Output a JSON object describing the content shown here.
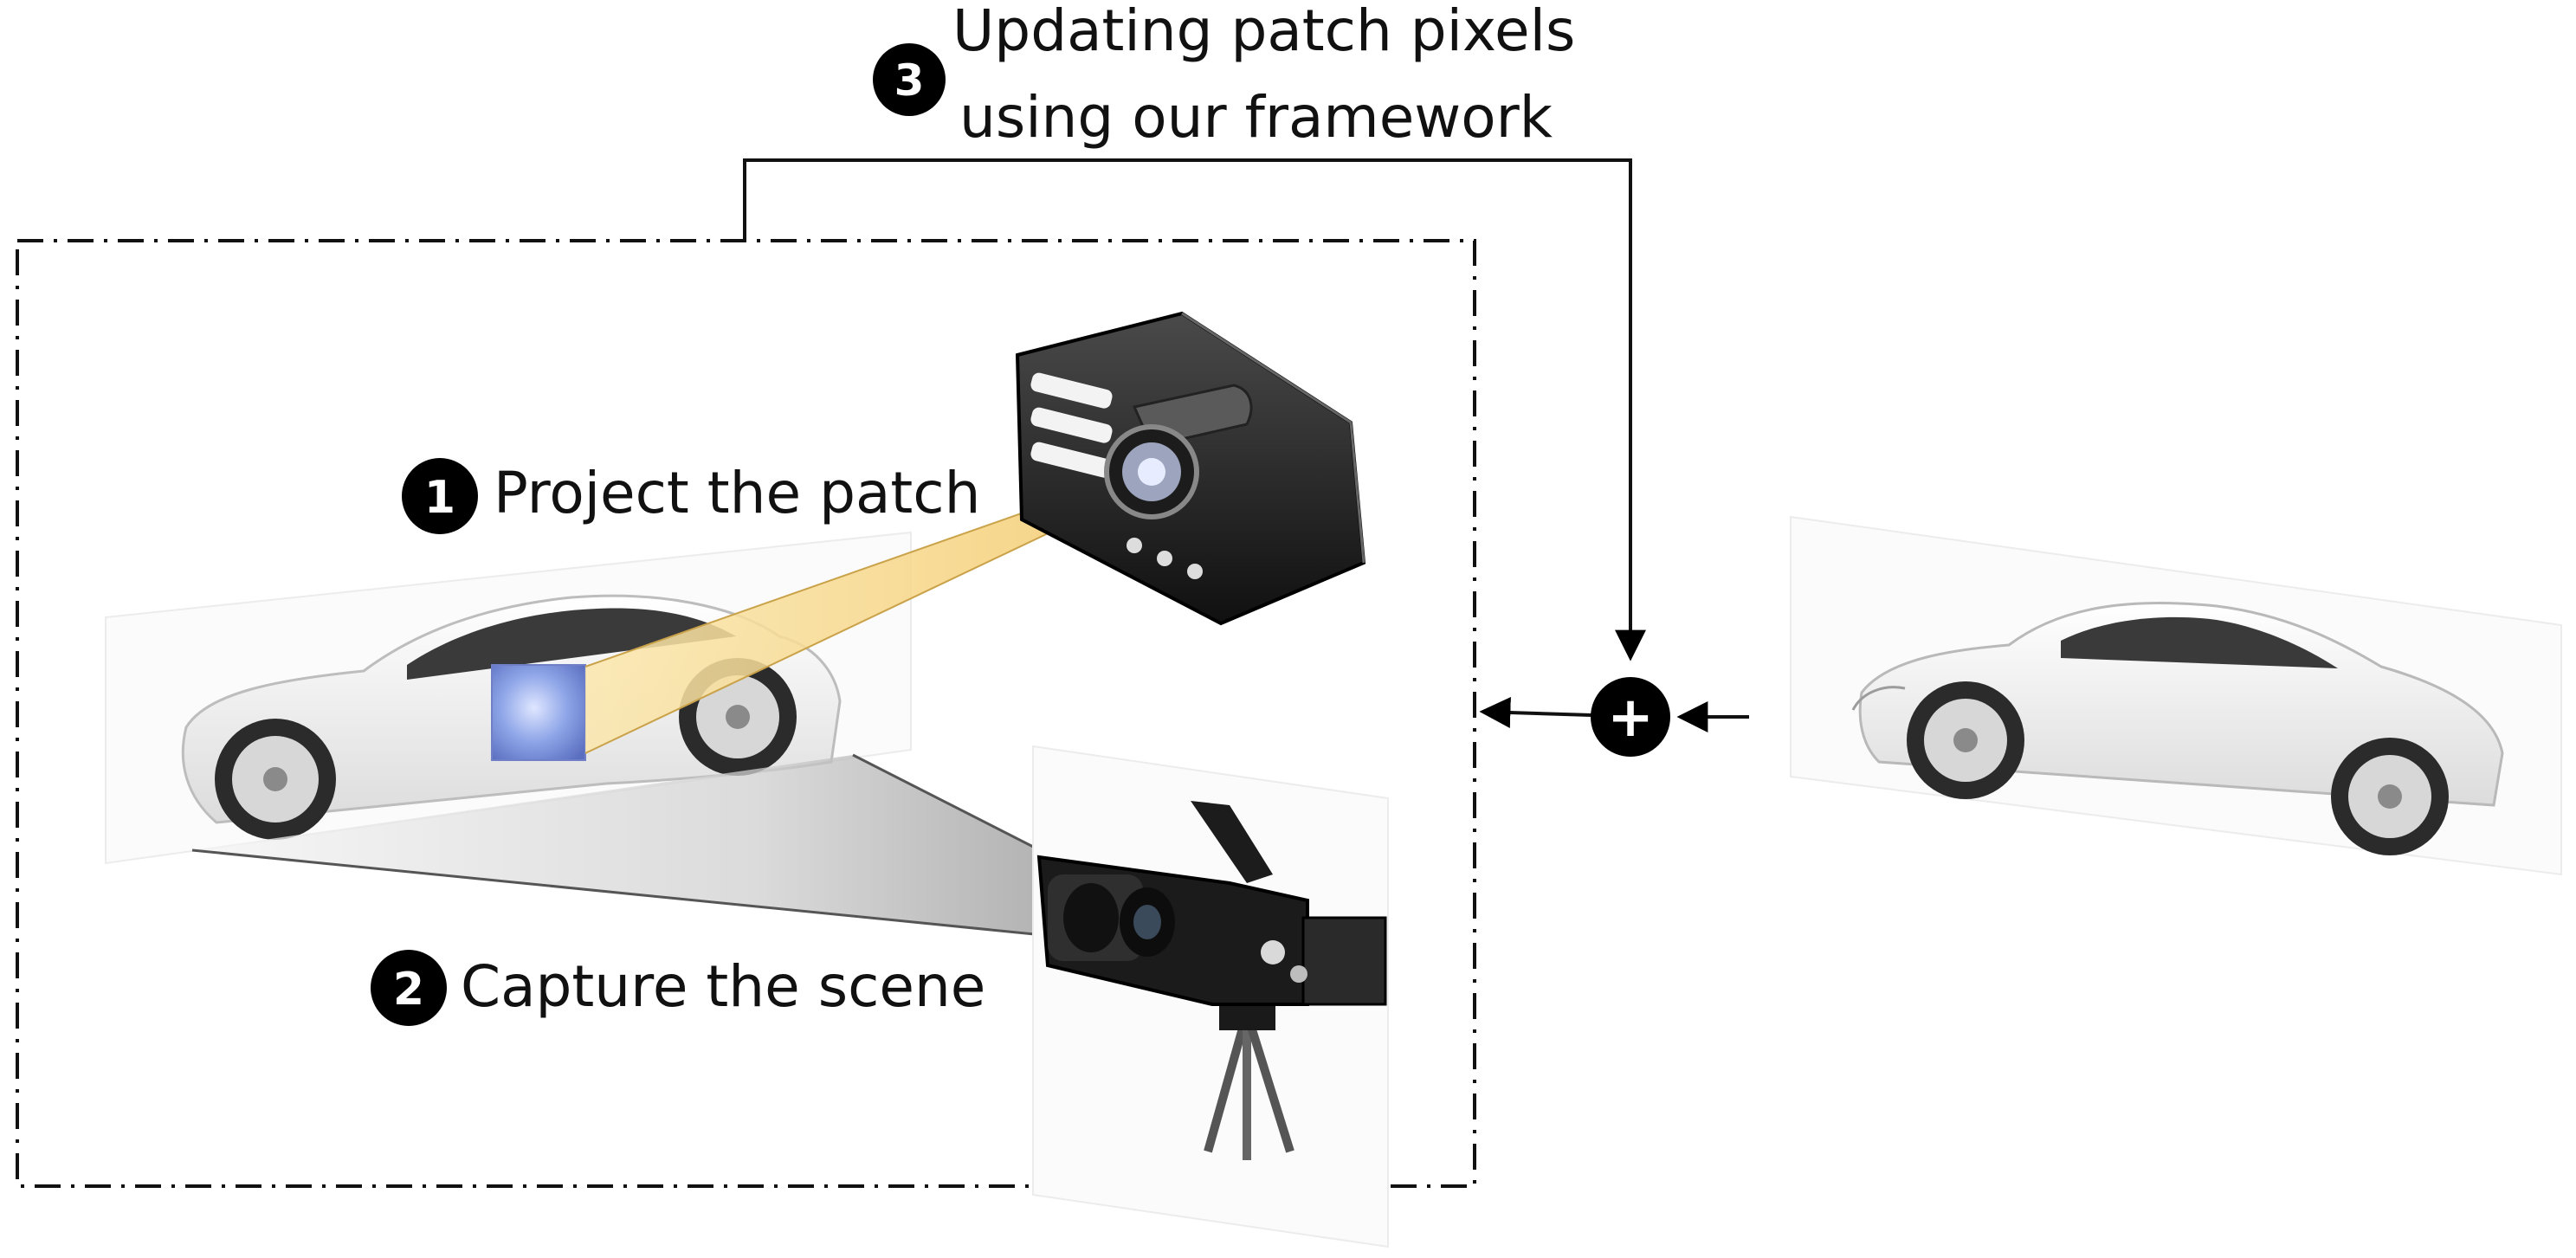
{
  "steps": [
    {
      "number": "1",
      "label": "Project the patch"
    },
    {
      "number": "2",
      "label": "Capture the scene"
    },
    {
      "number": "3",
      "label_line1": "Updating patch pixels",
      "label_line2": "using our framework"
    }
  ],
  "sum_symbol": "+",
  "icons": {
    "projector": "projector-icon",
    "camera": "video-camera-icon",
    "car_with_patch": "car-with-patch-image",
    "clean_car": "clean-car-image"
  },
  "colors": {
    "text": "#111111",
    "badge": "#000000",
    "projection_beam": "#f6d88a",
    "patch": "#8fa6e8"
  }
}
